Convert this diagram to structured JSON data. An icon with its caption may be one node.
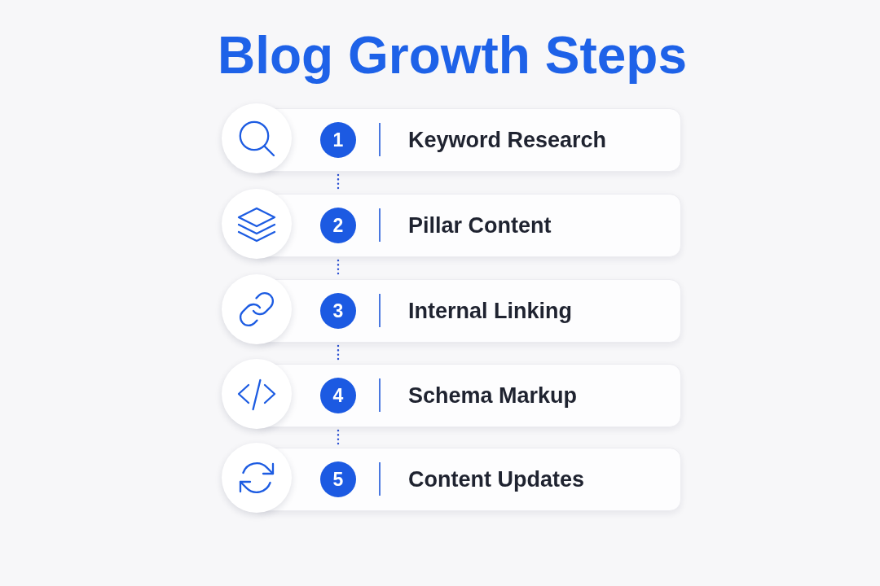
{
  "diagram": {
    "title": "Blog Growth Steps",
    "nodes": [
      {
        "text": [
          "1",
          "Keyword Research"
        ]
      },
      {
        "text": [
          "2",
          "Pillar Content"
        ]
      },
      {
        "text": [
          "3",
          "Internal Linking"
        ]
      },
      {
        "text": [
          "4",
          "Schema Markup"
        ]
      },
      {
        "text": [
          "5",
          "Content Updates"
        ]
      }
    ],
    "edges": [
      {
        "from": 0,
        "to": 1,
        "arrow": "none",
        "style": "dashed"
      },
      {
        "from": 1,
        "to": 2,
        "arrow": "none",
        "style": "dashed"
      },
      {
        "from": 2,
        "to": 3,
        "arrow": "none",
        "style": "dashed"
      },
      {
        "from": 3,
        "to": 4,
        "arrow": "none",
        "style": "dashed"
      }
    ]
  }
}
